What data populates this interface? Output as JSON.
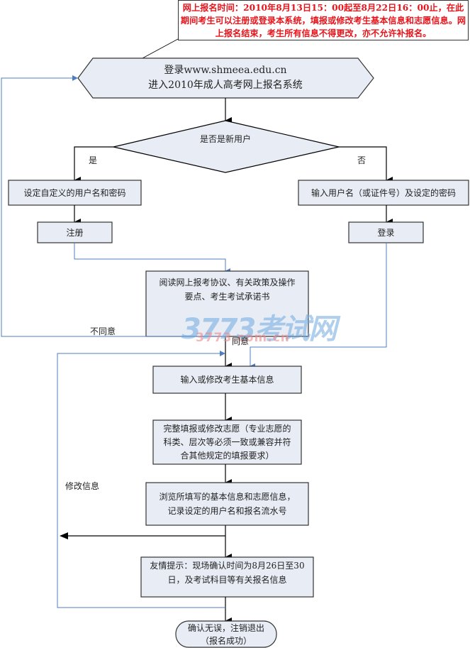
{
  "diagram": {
    "type": "flowchart",
    "note": "网上报名时间：2010年8月13日15：00起至8月22日16：00止，在此期间考生可以注册或登录本系统，填报或修改考生基本信息和志愿信息。网上报名结束，考生所有信息不得更改，亦不允许补报名。",
    "start": {
      "line1": "登录www.shmeea.edu.cn",
      "line2": "进入2010年成人高考网上报名系统"
    },
    "decision": "是否是新用户",
    "branch_yes_label": "是",
    "branch_no_label": "否",
    "new_user_step": "设定自定义的用户名和密码",
    "register": "注册",
    "existing_user_step": "输入用户名（或证件号）及设定的密码",
    "login": "登录",
    "read_agreement": {
      "line1": "阅读网上报考协议、有关政策及操作",
      "line2": "要点、考生考试承诺书"
    },
    "disagree_label": "不同意",
    "agree_label": "同意",
    "enter_info": "输入或修改考生基本信息",
    "fill_wishes": {
      "line1": "完整填报或修改志愿（专业志愿的",
      "line2": "科类、层次等必须一致或兼容并符",
      "line3": "合其他规定的填报要求）"
    },
    "modify_label": "修改信息",
    "review": {
      "line1": "浏览所填写的基本信息和志愿信息，",
      "line2": "记录设定的用户名和报名流水号"
    },
    "reminder": {
      "line1": "友情提示：现场确认时间为8月26日至30",
      "line2": "日，及考试科目等有关报名信息"
    },
    "end": {
      "line1": "确认无误，注销退出",
      "line2": "（报名成功）"
    },
    "watermark": {
      "main": "3773考试网",
      "sub": "3773.com.cn"
    },
    "colors": {
      "node_fill": "#e8edf5",
      "node_border": "#333333",
      "black_line": "#000000",
      "blue_line": "#4f7ec0",
      "note_text": "#e8141b"
    }
  }
}
